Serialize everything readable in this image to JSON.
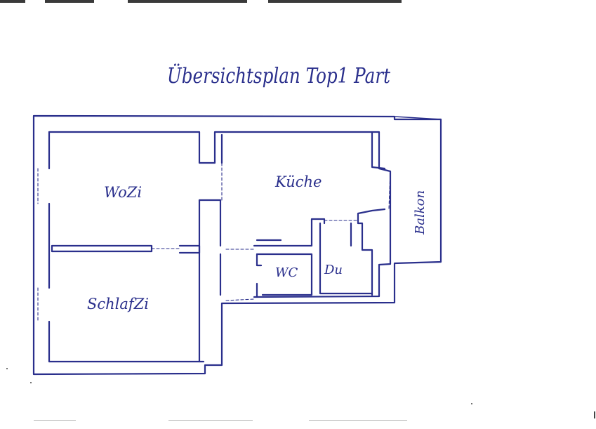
{
  "title": "Übersichtsplan Top1 Part",
  "rooms": {
    "wozi": "WoZi",
    "kueche": "Küche",
    "schlafzi": "SchlafZi",
    "wc": "WC",
    "du": "Du",
    "balkon": "Balkon"
  },
  "colors": {
    "ink": "#2a2f8c",
    "paper": "#ffffff"
  }
}
